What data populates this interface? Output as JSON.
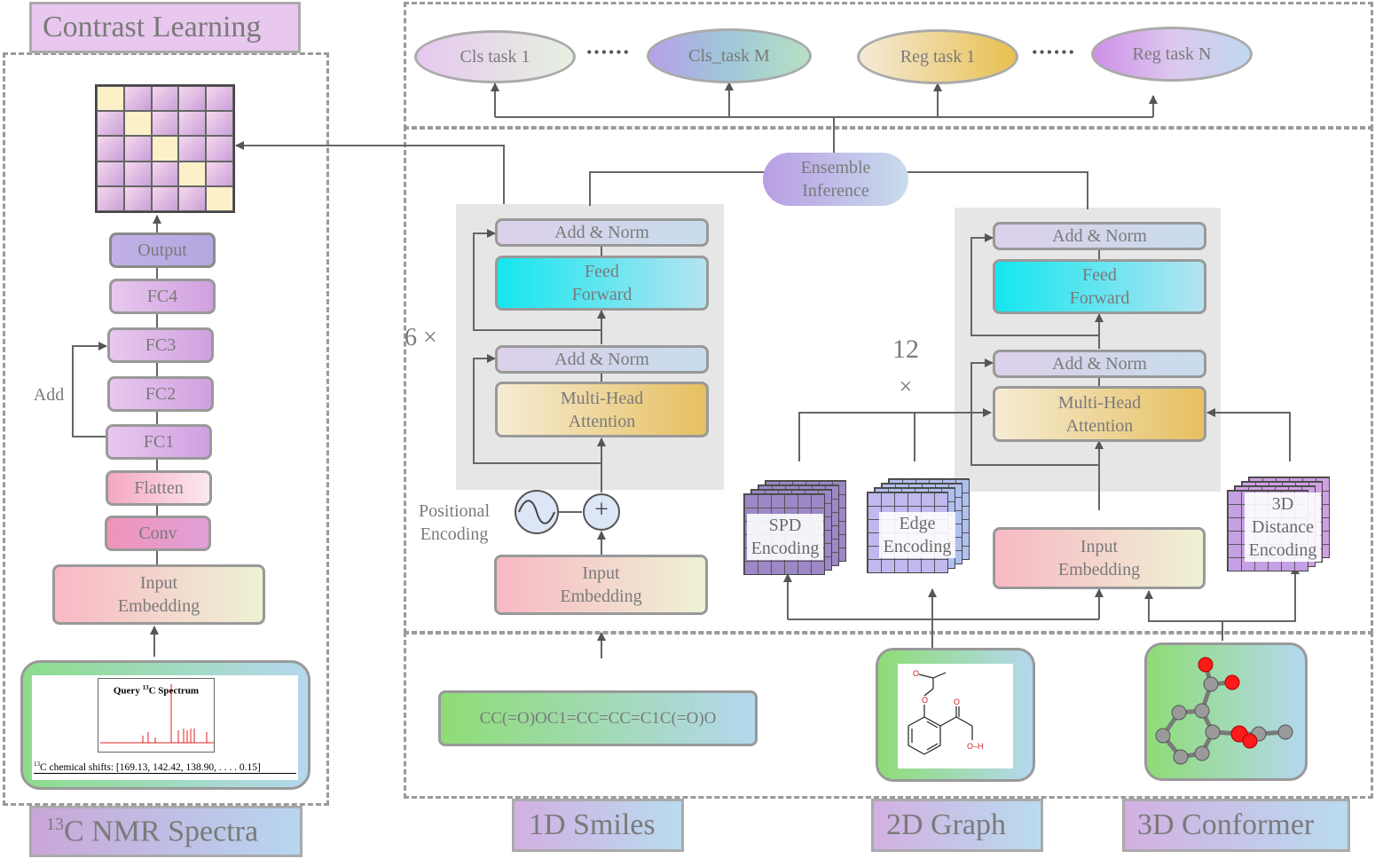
{
  "headers": {
    "contrast": "Contrast Learning",
    "nmr_sup": "13",
    "nmr_rest": "C NMR Spectra",
    "smiles": "1D Smiles",
    "graph": "2D Graph",
    "conformer": "3D Conformer"
  },
  "tasks": {
    "cls1": "Cls task 1",
    "clsM": "Cls_task M",
    "reg1": "Reg task 1",
    "regN": "Reg task N",
    "dots": "••••••"
  },
  "ensemble": "Ensemble\nInference",
  "left_stack": {
    "output": "Output",
    "fc4": "FC4",
    "fc3": "FC3",
    "fc2": "FC2",
    "fc1": "FC1",
    "flatten": "Flatten",
    "conv": "Conv",
    "input_embedding": "Input\nEmbedding",
    "add": "Add"
  },
  "spectrum": {
    "title_pre": "Query ",
    "title_sup": "13",
    "title_post": "C Spectrum",
    "shifts_sup": "13",
    "shifts_text": "C chemical shifts: [169.13,  142.42,  138.90,  . . . . 0.15]"
  },
  "smiles_transformer": {
    "add_norm_top": "Add & Norm",
    "feed_forward": "Feed\nForward",
    "add_norm_bottom": "Add & Norm",
    "multi_head": "Multi-Head\nAttention",
    "repeat": "6  ×",
    "positional": "Positional\nEncoding",
    "plus": "+",
    "input_embedding": "Input\nEmbedding"
  },
  "graph_transformer": {
    "add_norm_top": "Add & Norm",
    "feed_forward": "Feed\nForward",
    "add_norm_bottom": "Add & Norm",
    "multi_head": "Multi-Head\nAttention",
    "repeat_num": "12",
    "repeat_x": "×",
    "input_embedding": "Input\nEmbedding",
    "spd": "SPD\nEncoding",
    "edge": "Edge\nEncoding",
    "distance": "3D\nDistance\nEncoding"
  },
  "smiles_string": "CC(=O)OC1=CC=CC=C1C(=O)O",
  "molecule_2d": {
    "o_label": "O",
    "oh_label": "O–H"
  },
  "colors": {
    "lavender": "#e8c8ee",
    "light_blue": "#bcdcec",
    "cyan": "#14e6ef",
    "gold": "#e6bf60",
    "purple_enc": "#9a86c8",
    "red_atom": "#ff1a1a",
    "gray_atom": "#9a9a9a"
  }
}
